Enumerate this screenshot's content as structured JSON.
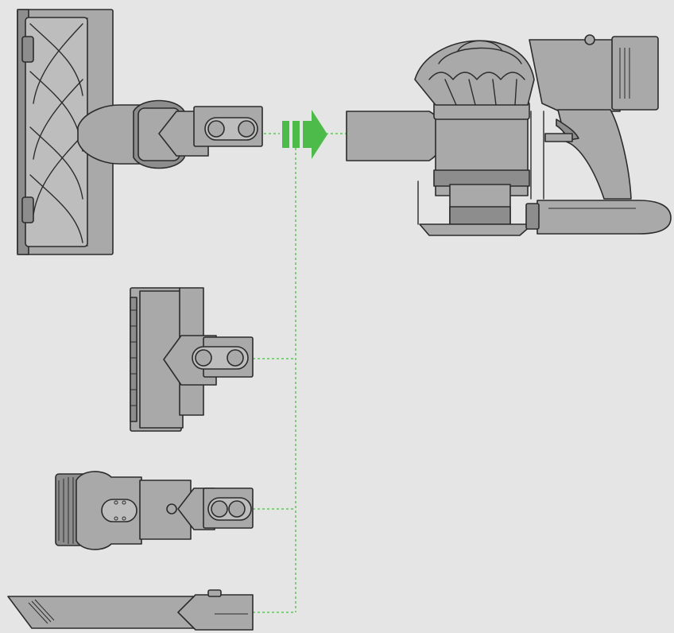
{
  "diagram": {
    "colors": {
      "background": "#e5e5e5",
      "tool_fill": "#a9a9a9",
      "tool_fill_dark": "#8d8d8d",
      "outline": "#2c2c2c",
      "accent_green": "#4dbb4a",
      "guide_line": "#4dbb4a"
    },
    "icons": {
      "connect_arrow": "green-double-bar-arrow-icon"
    },
    "parts": [
      "motorised-floor-tool",
      "handheld-vacuum-unit",
      "mini-motorised-tool",
      "combination-brush-tool",
      "crevice-tool"
    ]
  }
}
